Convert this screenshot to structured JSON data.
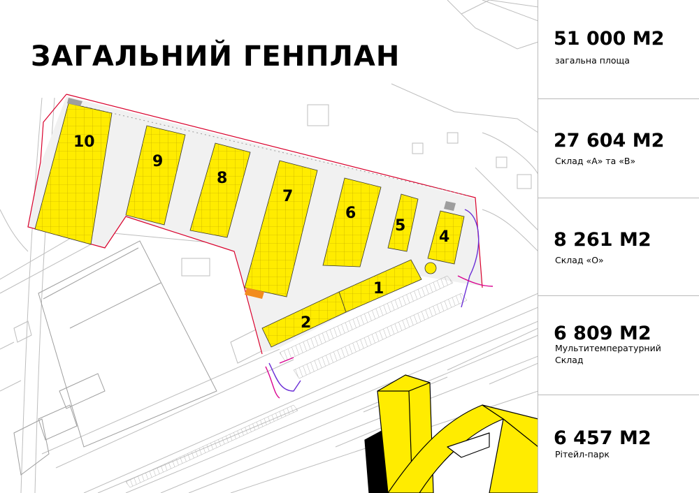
{
  "title": "ЗАГАЛЬНИЙ ГЕНПЛАН",
  "colors": {
    "building": "#ffec00",
    "accent_orange": "#f28c1e",
    "road_line": "#bdbdbd",
    "site_border": "#d9002c",
    "utility_line": "#6b2fd6",
    "logo_black": "#000000"
  },
  "buildings": [
    {
      "id": "10",
      "label": "10"
    },
    {
      "id": "9",
      "label": "9"
    },
    {
      "id": "8",
      "label": "8"
    },
    {
      "id": "7",
      "label": "7"
    },
    {
      "id": "6",
      "label": "6"
    },
    {
      "id": "5",
      "label": "5"
    },
    {
      "id": "4",
      "label": "4"
    },
    {
      "id": "1",
      "label": "1"
    },
    {
      "id": "2",
      "label": "2"
    }
  ],
  "stats": [
    {
      "value": "51 000 М2",
      "label": "загальна площа"
    },
    {
      "value": "27 604 М2",
      "label": "Склад «А» та «В»"
    },
    {
      "value": "8 261 М2",
      "label": "Склад «О»"
    },
    {
      "value": "6 809 М2",
      "label": "Мультитемпературний Склад"
    },
    {
      "value": "6 457 М2",
      "label": "Рітейл-парк"
    }
  ],
  "logo_icon": "yellow-3d-arrow-logo"
}
